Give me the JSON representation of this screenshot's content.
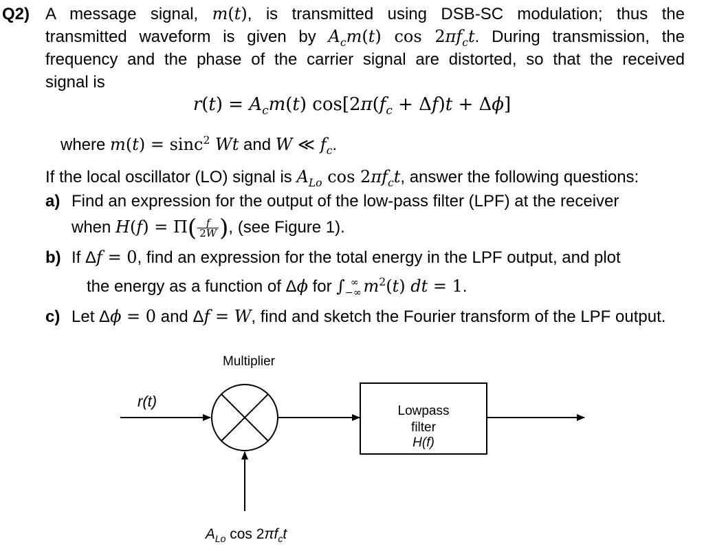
{
  "question": {
    "label": "Q2)",
    "intro_line1": "A message signal, m(t), is transmitted using DSB-SC modulation; thus the",
    "intro_line2": "transmitted waveform is given by A_c m(t) cos 2πf_c t. During transmission, the",
    "intro_line3": "frequency and the phase of the carrier signal are distorted, so that the received",
    "intro_line4": "signal is",
    "equation": "r(t) = A_c m(t) cos[2π(f_c + Δf)t + Δϕ]",
    "where_line": "where m(t) = sinc² Wt and W ≪ f_c.",
    "lo_line": "If the local oscillator (LO) signal is A_Lo cos 2πf_c t, answer the following questions:"
  },
  "parts": [
    {
      "label": "a)",
      "line1": "Find an expression for the output of the low-pass filter (LPF) at the receiver",
      "line2": "when H(f) = Π(f/2W), (see Figure 1)."
    },
    {
      "label": "b)",
      "line1": "If Δf = 0, find an expression for the total energy in the LPF output, and plot",
      "line2": "the energy as a function of Δϕ for ∫ m²(t) dt = 1."
    },
    {
      "label": "c)",
      "line1": "Let Δϕ = 0 and Δf = W, find and sketch the Fourier transform of the LPF output."
    }
  ],
  "figure": {
    "multiplier_label": "Multiplier",
    "input_label": "r(t)",
    "filter_line1": "Lowpass",
    "filter_line2": "filter",
    "filter_line3": "H(f)",
    "lo_label": "A_Lo cos 2πf_c t"
  }
}
